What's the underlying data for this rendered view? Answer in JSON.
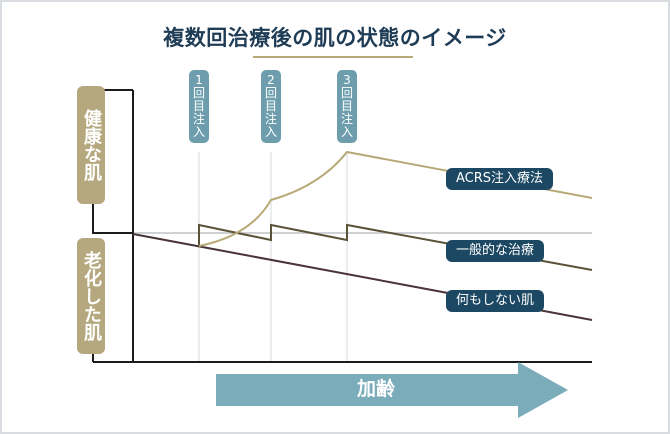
{
  "title": "複数回治療後の肌の状態のイメージ",
  "y_labels": {
    "top": "健康な肌",
    "bottom": "老化した肌"
  },
  "injections": [
    {
      "number": "1",
      "chars": [
        "1",
        "回",
        "目",
        "注",
        "入"
      ],
      "label": "1回目注入"
    },
    {
      "number": "2",
      "chars": [
        "2",
        "回",
        "目",
        "注",
        "入"
      ],
      "label": "2回目注入"
    },
    {
      "number": "3",
      "chars": [
        "3",
        "回",
        "目",
        "注",
        "入"
      ],
      "label": "3回目注入"
    }
  ],
  "legend": {
    "acrs": "ACRS注入療法",
    "general": "一般的な治療",
    "none": "何もしない肌"
  },
  "x_axis_label": "加齢",
  "colors": {
    "title": "#1f3c56",
    "gold": "#b5a87e",
    "acrs_line": "#b8a978",
    "general_line": "#5b5338",
    "none_line": "#4a3336",
    "injection_pill": "#6e9eae",
    "legend_tag": "#1c4863",
    "arrow": "#7aacba"
  },
  "chart_data": {
    "type": "line",
    "title": "複数回治療後の肌の状態のイメージ",
    "xlabel": "加齢",
    "ylabel": "健康な肌 ↔ 老化した肌",
    "x_markers": [
      "1回目注入",
      "2回目注入",
      "3回目注入"
    ],
    "series": [
      {
        "name": "ACRS注入療法",
        "description": "rises with each injection, peaks after 3rd injection, then slowly declines",
        "points": [
          [
            1,
            0
          ],
          [
            2,
            0.55
          ],
          [
            3,
            1.45
          ],
          [
            4,
            0.85
          ]
        ]
      },
      {
        "name": "一般的な治療",
        "description": "sawtooth: small boost at each injection, declines between",
        "points": [
          [
            1,
            0.05
          ],
          [
            1,
            0.3
          ],
          [
            2,
            0.05
          ],
          [
            2,
            0.3
          ],
          [
            3,
            0.05
          ],
          [
            3,
            0.3
          ],
          [
            4,
            -0.3
          ]
        ]
      },
      {
        "name": "何もしない肌",
        "description": "steady linear decline",
        "points": [
          [
            0,
            0
          ],
          [
            4,
            -0.8
          ]
        ]
      }
    ]
  }
}
